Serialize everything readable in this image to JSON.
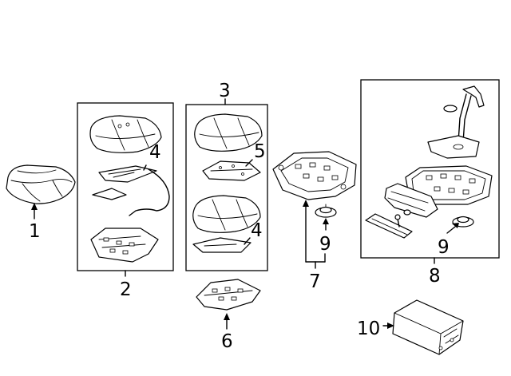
{
  "callouts": {
    "c1": "1",
    "c2": "2",
    "c3": "3",
    "c4a": "4",
    "c4b": "4",
    "c5": "5",
    "c6": "6",
    "c7": "7",
    "c8": "8",
    "c9a": "9",
    "c9b": "9",
    "c10": "10"
  }
}
